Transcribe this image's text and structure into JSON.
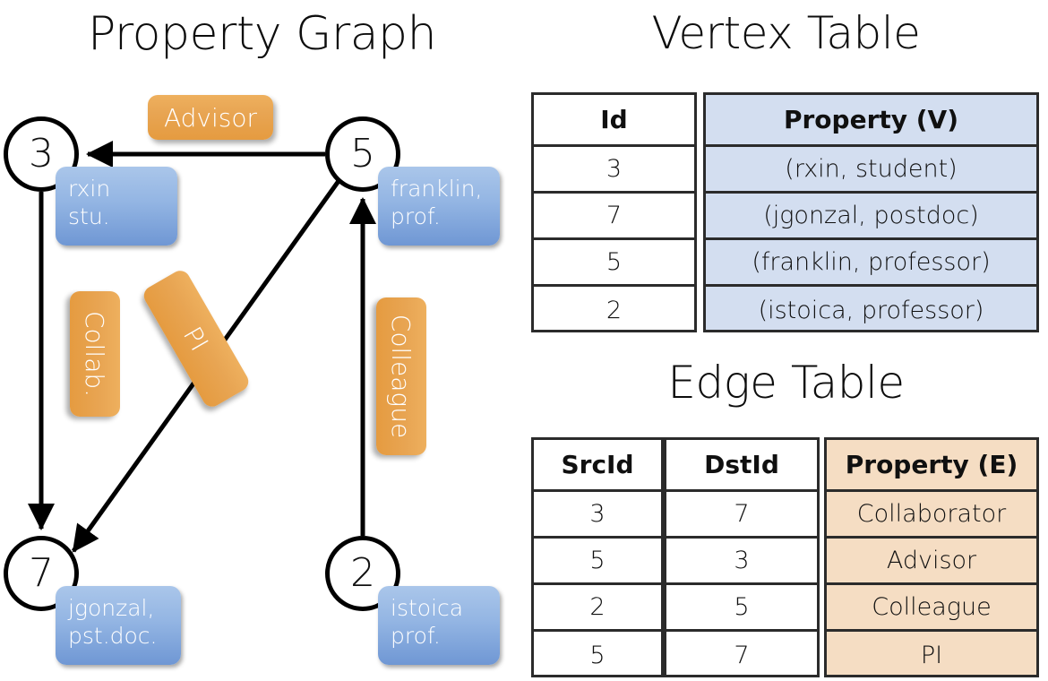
{
  "titles": {
    "property_graph": "Property Graph",
    "vertex_table": "Vertex Table",
    "edge_table": "Edge Table"
  },
  "graph": {
    "nodes": [
      {
        "id": "3",
        "property_line1": "rxin",
        "property_line2": "stu."
      },
      {
        "id": "5",
        "property_line1": "franklin,",
        "property_line2": "prof."
      },
      {
        "id": "7",
        "property_line1": "jgonzal,",
        "property_line2": "pst.doc."
      },
      {
        "id": "2",
        "property_line1": "istoica",
        "property_line2": "prof."
      }
    ],
    "edge_labels": {
      "advisor": "Advisor",
      "collab": "Collab.",
      "colleague": "Colleague",
      "pi": "PI"
    },
    "edges": [
      {
        "src": "5",
        "dst": "3",
        "label": "Advisor"
      },
      {
        "src": "3",
        "dst": "7",
        "label": "Collab."
      },
      {
        "src": "5",
        "dst": "7",
        "label": "PI"
      },
      {
        "src": "2",
        "dst": "5",
        "label": "Colleague"
      }
    ]
  },
  "vertex_table": {
    "headers": [
      "Id",
      "Property (V)"
    ],
    "rows": [
      {
        "id": "3",
        "property": "(rxin, student)"
      },
      {
        "id": "7",
        "property": "(jgonzal, postdoc)"
      },
      {
        "id": "5",
        "property": "(franklin, professor)"
      },
      {
        "id": "2",
        "property": "(istoica, professor)"
      }
    ]
  },
  "edge_table": {
    "headers": [
      "SrcId",
      "DstId",
      "Property (E)"
    ],
    "rows": [
      {
        "src": "3",
        "dst": "7",
        "property": "Collaborator"
      },
      {
        "src": "5",
        "dst": "3",
        "property": "Advisor"
      },
      {
        "src": "2",
        "dst": "5",
        "property": "Colleague"
      },
      {
        "src": "5",
        "dst": "7",
        "property": "PI"
      }
    ]
  },
  "colors": {
    "vertex_property_fill": "#d3def0",
    "edge_property_fill": "#f5ddc3",
    "node_bubble_blue": "#8cb0e0",
    "edge_label_orange": "#e8a553",
    "stroke": "#000000"
  }
}
